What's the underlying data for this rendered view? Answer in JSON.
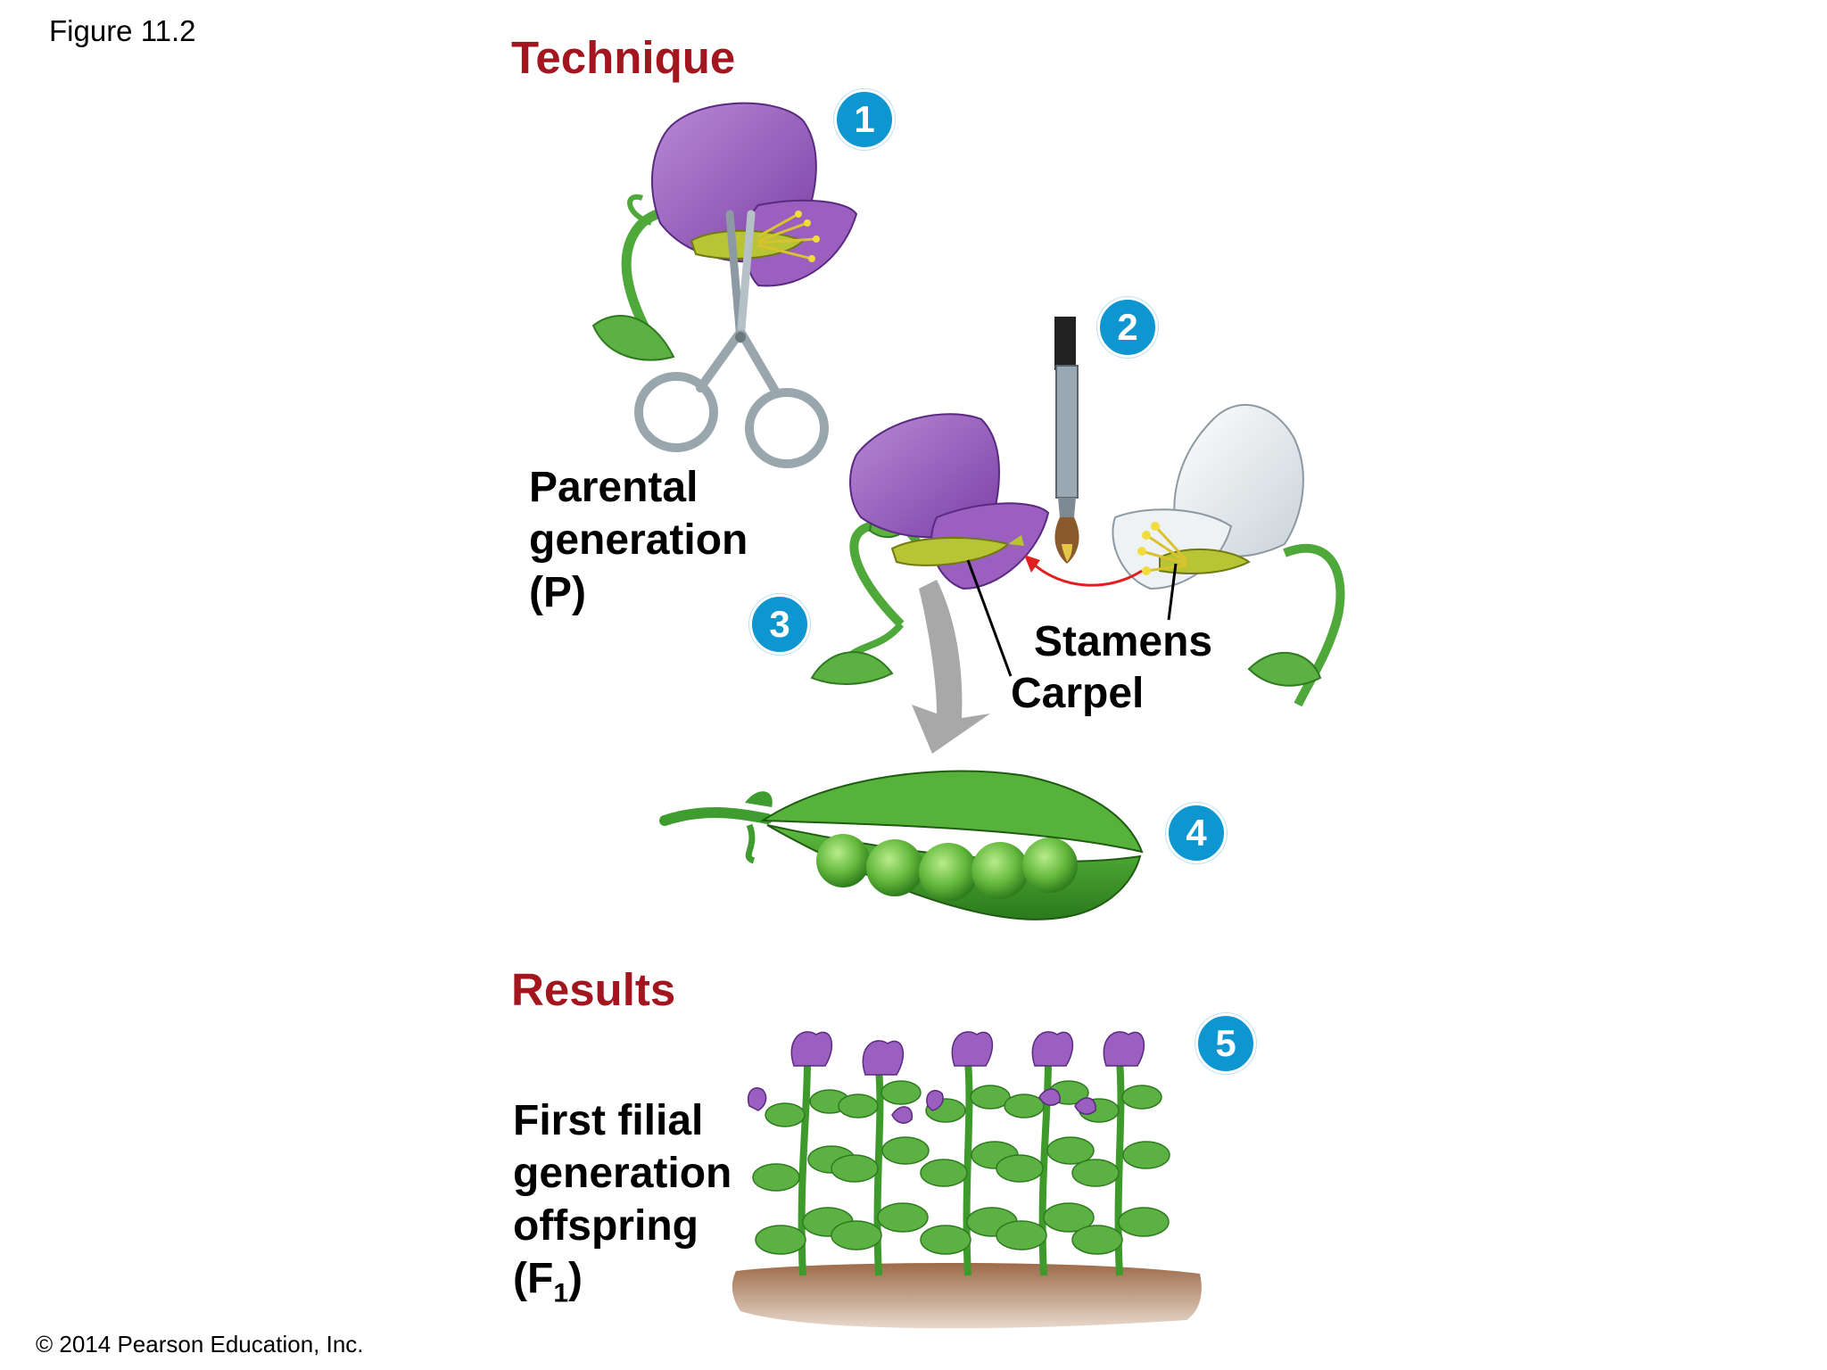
{
  "figure_label": "Figure 11.2",
  "copyright": "© 2014 Pearson Education, Inc.",
  "technique_title": "Technique",
  "results_title": "Results",
  "steps": [
    "1",
    "2",
    "3",
    "4",
    "5"
  ],
  "labels": {
    "parental": [
      "Parental",
      "generation",
      "(P)"
    ],
    "stamens": "Stamens",
    "carpel": "Carpel",
    "offspring": [
      "First filial",
      "generation",
      "offspring"
    ],
    "f1_open": "(F",
    "f1_sub": "1",
    "f1_close": ")"
  },
  "colors": {
    "title_red": "#a3151f",
    "step_blue": "#0d96cf",
    "purple_petal": "#9b5fc0",
    "white_petal": "#eef2f4",
    "leaf_green": "#4fa83a",
    "pod_green": "#3f9c2e",
    "pea_green": "#6cc04a",
    "soil_brown": "#8a5a3c",
    "pollen_arrow": "#e02020"
  }
}
